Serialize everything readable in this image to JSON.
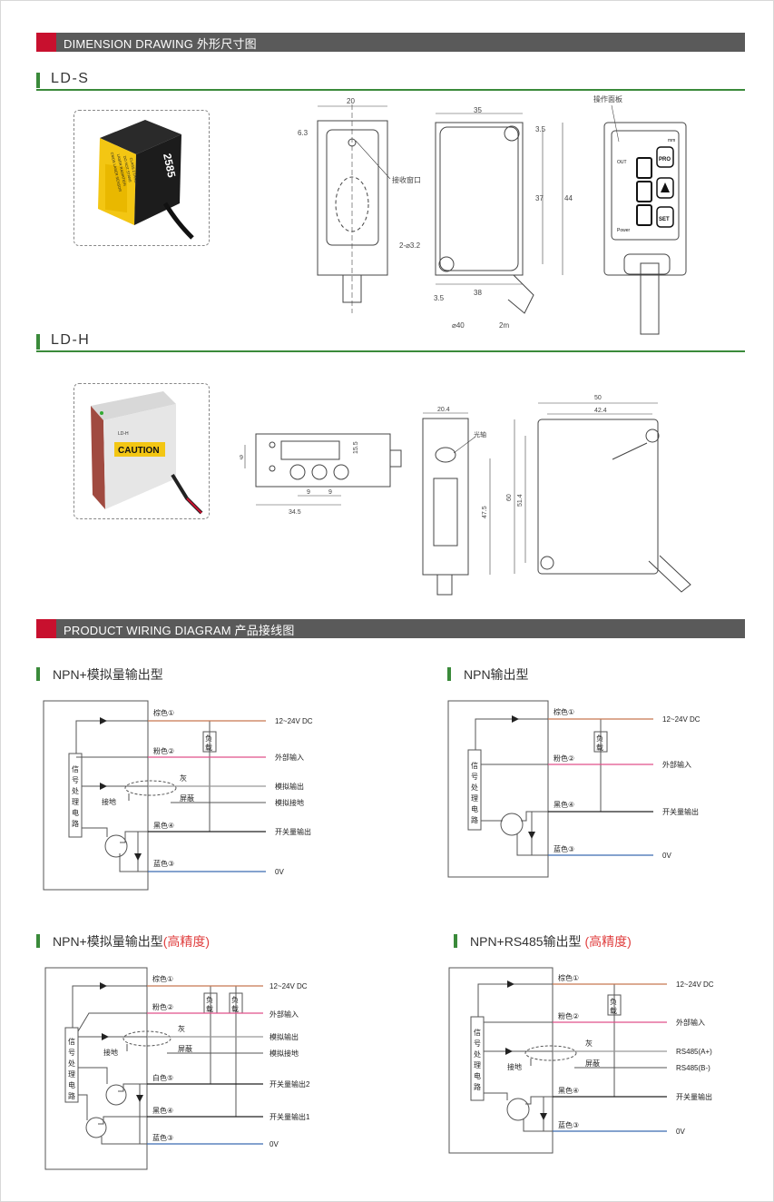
{
  "sections": {
    "dimension": "DIMENSION DRAWING 外形尺寸图",
    "wiring": "PRODUCT WIRING DIAGRAM 产品接线图"
  },
  "models": {
    "lds": "LD-S",
    "ldh": "LD-H"
  },
  "dims_lds": {
    "front_width": "20",
    "offset": "6.3",
    "window": "接收窗口",
    "holes": "2-⌀3.2",
    "side_width": "35",
    "side_offset": "3.5",
    "side_h1": "37",
    "side_h2": "44",
    "bottom_offset": "3.5",
    "bottom_span": "38",
    "cable": "⌀40",
    "cable_len": "2m",
    "panel": "操作面板"
  },
  "dims_ldh": {
    "h9": "9",
    "h155": "15.5",
    "w9a": "9",
    "w9b": "9",
    "w345": "34.5",
    "w204": "20.4",
    "optical": "光轴",
    "h475": "47.5",
    "w50": "50",
    "w424": "42.4",
    "h60": "60",
    "h514": "51.4"
  },
  "photo_lds": {
    "label_lines": [
      "CMOS LASER SENSOR",
      "LASER RADIATION",
      "DO NOT STARE",
      "CLASS 2 LASER"
    ],
    "digits": "2585"
  },
  "photo_ldh": {
    "caution": "CAUTION",
    "tag": "LD-H"
  },
  "panel": {
    "pro": "PRO",
    "set": "SET",
    "out": "OUT",
    "power": "Power",
    "mm": "mm"
  },
  "wiring_common": {
    "brown": "棕色①",
    "pink": "粉色②",
    "black": "黑色④",
    "blue": "蓝色③",
    "white": "白色⑤",
    "gray": "灰",
    "shield": "屏蔽",
    "ground": "接地",
    "v12": "12~24V  DC",
    "ext": "外部输入",
    "aout": "模拟输出",
    "agnd": "模拟接地",
    "sw": "开关量输出",
    "sw1": "开关量输出1",
    "sw2": "开关量输出2",
    "v0": "0V",
    "rsa": "RS485(A+)",
    "rsb": "RS485(B-)",
    "load": [
      "负",
      "载"
    ],
    "signal": [
      "信",
      "号",
      "处",
      "理",
      "电",
      "路"
    ]
  },
  "wiring": {
    "w1": {
      "title": "NPN+模拟量输出型",
      "hl": ""
    },
    "w2": {
      "title": "NPN输出型",
      "hl": ""
    },
    "w3": {
      "title": "NPN+模拟量输出型",
      "hl": "(高精度)"
    },
    "w4": {
      "title": "NPN+RS485输出型 ",
      "hl": "(高精度)"
    }
  },
  "colors": {
    "accent_red": "#c8102e",
    "green": "#3a8a3a",
    "bar": "#5a5a5a",
    "wire_brown": "#c87850",
    "wire_pink": "#e0508a",
    "wire_blue": "#3a6ab0",
    "highlight": "#e04040"
  }
}
